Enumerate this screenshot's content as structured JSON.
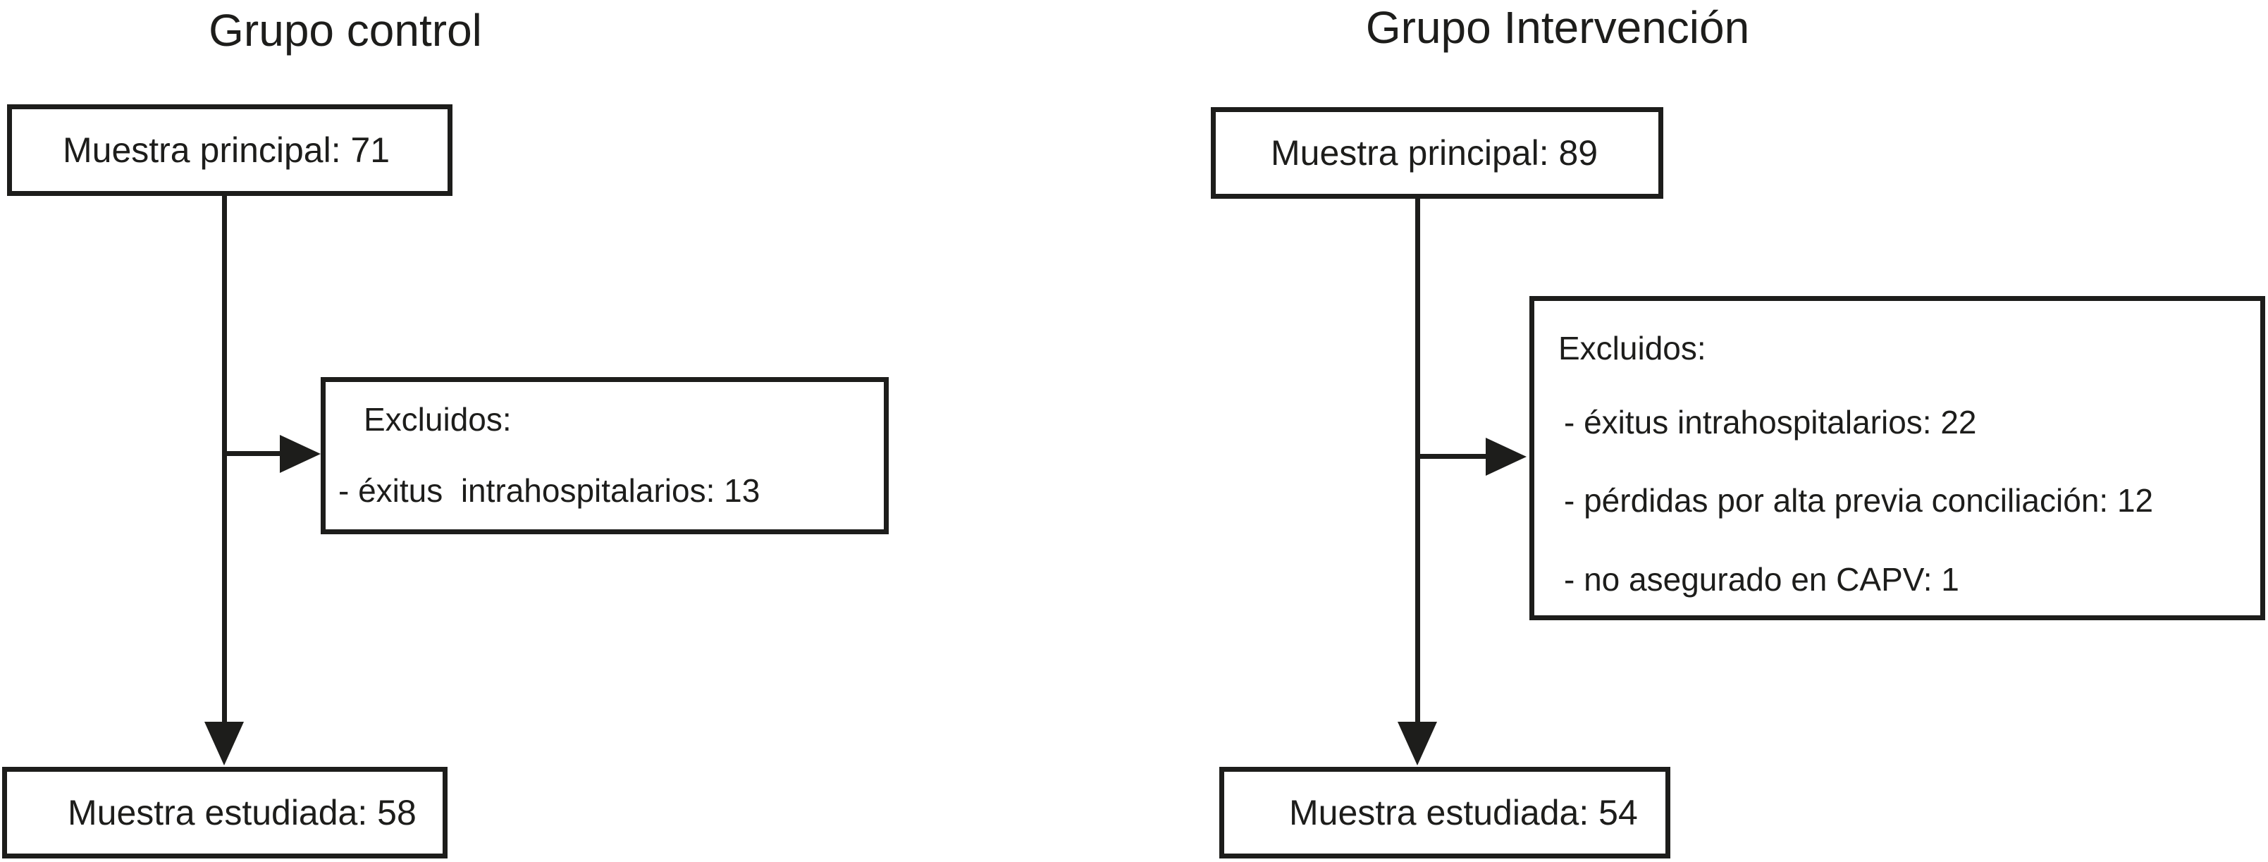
{
  "ink_color": "#1d1d1b",
  "background_color": "#ffffff",
  "groups": [
    {
      "title": "Grupo control",
      "main_box_label": "Muestra principal: 71",
      "excluded_box": {
        "heading": "Excluidos:",
        "items": [
          "- éxitus  intrahospitalarios: 13"
        ]
      },
      "result_box_label": "Muestra estudiada: 58"
    },
    {
      "title": "Grupo Intervención",
      "main_box_label": "Muestra principal: 89",
      "excluded_box": {
        "heading": "Excluidos:",
        "items": [
          "- éxitus intrahospitalarios: 22",
          "- pérdidas por alta previa conciliación: 12",
          "- no asegurado en CAPV: 1"
        ]
      },
      "result_box_label": "Muestra estudiada: 54"
    }
  ]
}
